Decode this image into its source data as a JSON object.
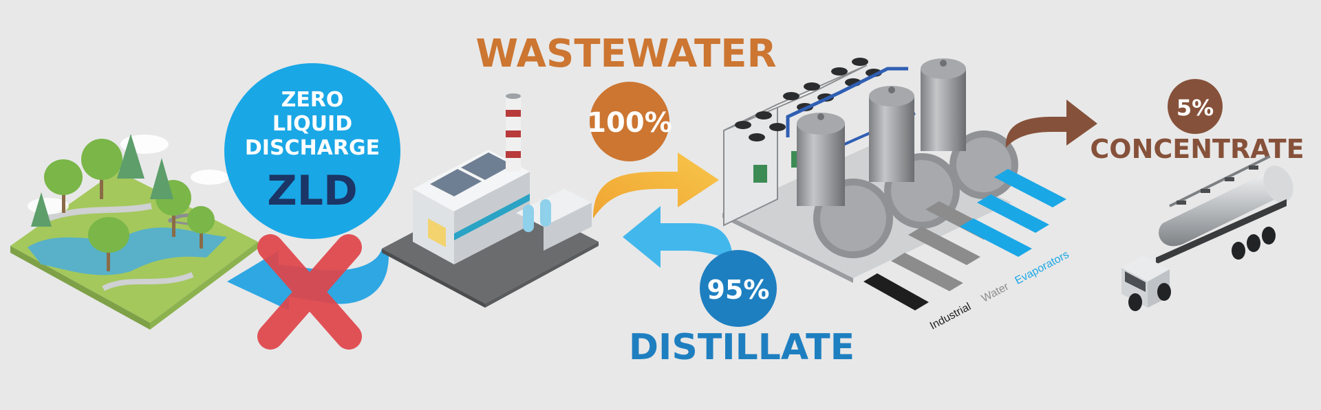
{
  "zld": {
    "line1": "ZERO",
    "line2": "LIQUID",
    "line3": "DISCHARGE",
    "abbr": "ZLD"
  },
  "wastewater": {
    "title": "WASTEWATER",
    "percent": "100%"
  },
  "distillate": {
    "title": "DISTILLATE",
    "percent": "95%"
  },
  "concentrate": {
    "title": "CONCENTRATE",
    "percent": "5%"
  },
  "brand": {
    "word1": "Industrial",
    "word2": "Water",
    "word3": "Evaporators"
  },
  "colors": {
    "background": "#e8e8e8",
    "zld_blue": "#1aa7e6",
    "zld_navy": "#1b3566",
    "orange": "#cc7632",
    "yellow": "#f3b93e",
    "distillate_blue": "#1e7fc0",
    "light_blue": "#42b7ec",
    "brown": "#86513a",
    "red_cross": "#e0454a"
  },
  "icons": [
    "park-icon",
    "factory-icon",
    "evaporator-unit-icon",
    "tanker-truck-icon",
    "red-cross-icon",
    "iwe-logo-icon"
  ]
}
